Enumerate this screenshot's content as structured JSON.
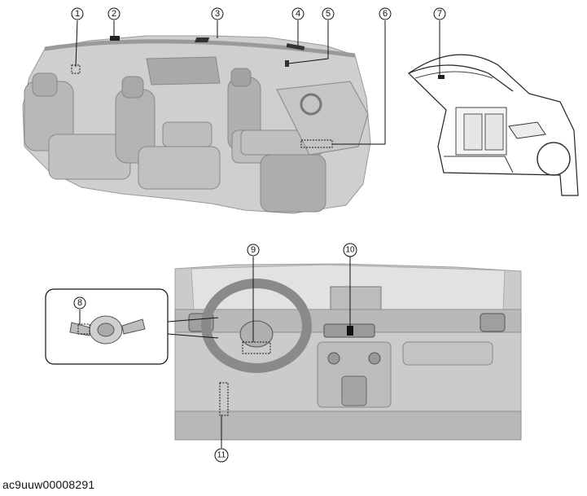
{
  "callouts": [
    {
      "id": "1",
      "label": "1"
    },
    {
      "id": "2",
      "label": "2"
    },
    {
      "id": "3",
      "label": "3"
    },
    {
      "id": "4",
      "label": "4"
    },
    {
      "id": "5",
      "label": "5"
    },
    {
      "id": "6",
      "label": "6"
    },
    {
      "id": "7",
      "label": "7"
    },
    {
      "id": "8",
      "label": "8"
    },
    {
      "id": "9",
      "label": "9"
    },
    {
      "id": "10",
      "label": "10"
    },
    {
      "id": "11",
      "label": "11"
    }
  ],
  "caption": "ac9uuw00008291",
  "colors": {
    "panel_fill": "#c9c9c9",
    "panel_dark": "#8e8e8e",
    "panel_light": "#e4e4e4",
    "line": "#111111"
  }
}
